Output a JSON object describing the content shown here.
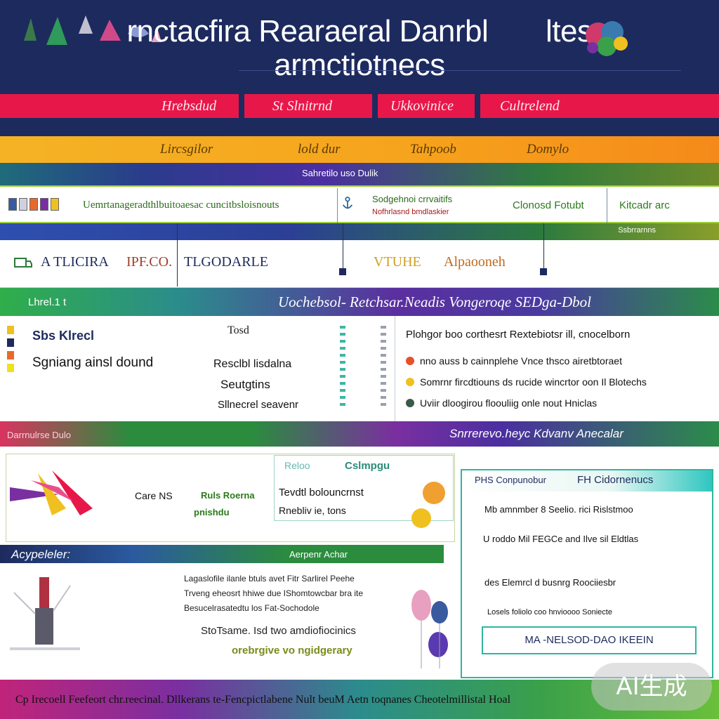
{
  "header": {
    "title_line1": "rnctacfira Rearaeral Danrbl",
    "title_line1_suffix": "ltes",
    "title_line2": "armctiotnecs"
  },
  "nav_primary": [
    "Hrebsdud",
    "St Slnitrnd",
    "Ukkovinice",
    "Cultrelend"
  ],
  "nav_secondary": [
    "Lircsgilor",
    "lold dur",
    "Tahpoob",
    "Domylo"
  ],
  "strip_label": "Sahretilo uso Dulik",
  "toolbar": {
    "text1": "Uemrtanageradthlbuitoaesac cuncitbsloisnouts",
    "text2": "Sodgehnoi crrvaitifs",
    "text3": "Nofhrlasnd bmdlaskier",
    "text4": "Clonosd Fotubt",
    "text5": "Kitcadr arc"
  },
  "filter_badge": "Ssbrrarnns",
  "filter_row": [
    "A TLICIRA",
    "IPF.CO.",
    "TLGODARLE",
    "VTUHE",
    "Alpaooneh"
  ],
  "section1": {
    "left": "Lhrel.1 t",
    "right": "Uochebsol- Retchsar.Neadis Vongeroqe SEDga-Dbol"
  },
  "panel1": {
    "heading": "Sbs Klrecl",
    "subheading": "Sgniang ainsl dound",
    "mid_label": "Tosd",
    "mid_lines": [
      "Resclbl lisdalna",
      "Seutgtins",
      "Sllnecrel seavenr"
    ],
    "right_title": "Plohgor boo corthesrt Rextebiotsr ill, cnocelborn",
    "right_rows": [
      {
        "text": "nno auss b cainnplehe Vnce  thsco  airetbtoraet",
        "color": "#e8502a"
      },
      {
        "text": "Somrnr fircdtiouns  ds  rucide wincrtor oon  Il Blotechs",
        "color": "#f0c020"
      },
      {
        "text": "Uviir dloogirou floouliig onle nout  Hniclas",
        "color": "#3a5a4a"
      }
    ]
  },
  "section2": {
    "left": "Darrnulrse Dulo",
    "right": "Snrrerevo.heyc  Kdvanv Anecalar"
  },
  "panel2": {
    "case_label": "Care NS",
    "green_a": "Ruls  Roerna",
    "green_b": "pnishdu",
    "tab_left": "Reloo",
    "tab_right": "Cslmpgu",
    "tab_line1": "Tevdtl bolouncrnst",
    "tab_line2": "Rnebliv ie, tons",
    "bar_left": "Acypeleler:",
    "bar_right": "Aerpenr Achar",
    "para_lines": [
      "Lagaslofile ilanle btuls avet Fitr Sarlirel Peehe",
      "Trveng eheosrt hhiwe due IShomtowcbar bra ite",
      "Besucelrasatedtu los Fat-Sochodole"
    ],
    "big_line1": "StoTsame.  Isd two amdiofiocinics",
    "big_line2": "orebrgive  vo  ngidgerary",
    "card": {
      "header_left": "PHS Conpunobur",
      "header_right": "FH Cidornenucs",
      "rows": [
        "Mb amnmber  8  Seelio. rici Rislstmoo",
        "U roddo Mil FEGCe and Ilve sil Eldtlas",
        "des Elemrcl d busnrg Roociiesbr",
        "Losels foliolo  coo  hnvioooo Soniecte"
      ],
      "button": "MA -NELSOD-DAO IKEEIN"
    }
  },
  "footer": {
    "text": "Cp Irecoell Feefeort chr.reecinal. Dllkerans te-Fencpictlabene  Nult beuM Aetn toqnanes  Cheotelmillistal Hoal"
  },
  "badge": "AI生成",
  "colors": {
    "navy": "#1d2a5e",
    "red": "#e8174a",
    "orange": "#f5b324",
    "green": "#2fae4a",
    "teal": "#2fb6a0",
    "purple": "#5b2fa0"
  }
}
